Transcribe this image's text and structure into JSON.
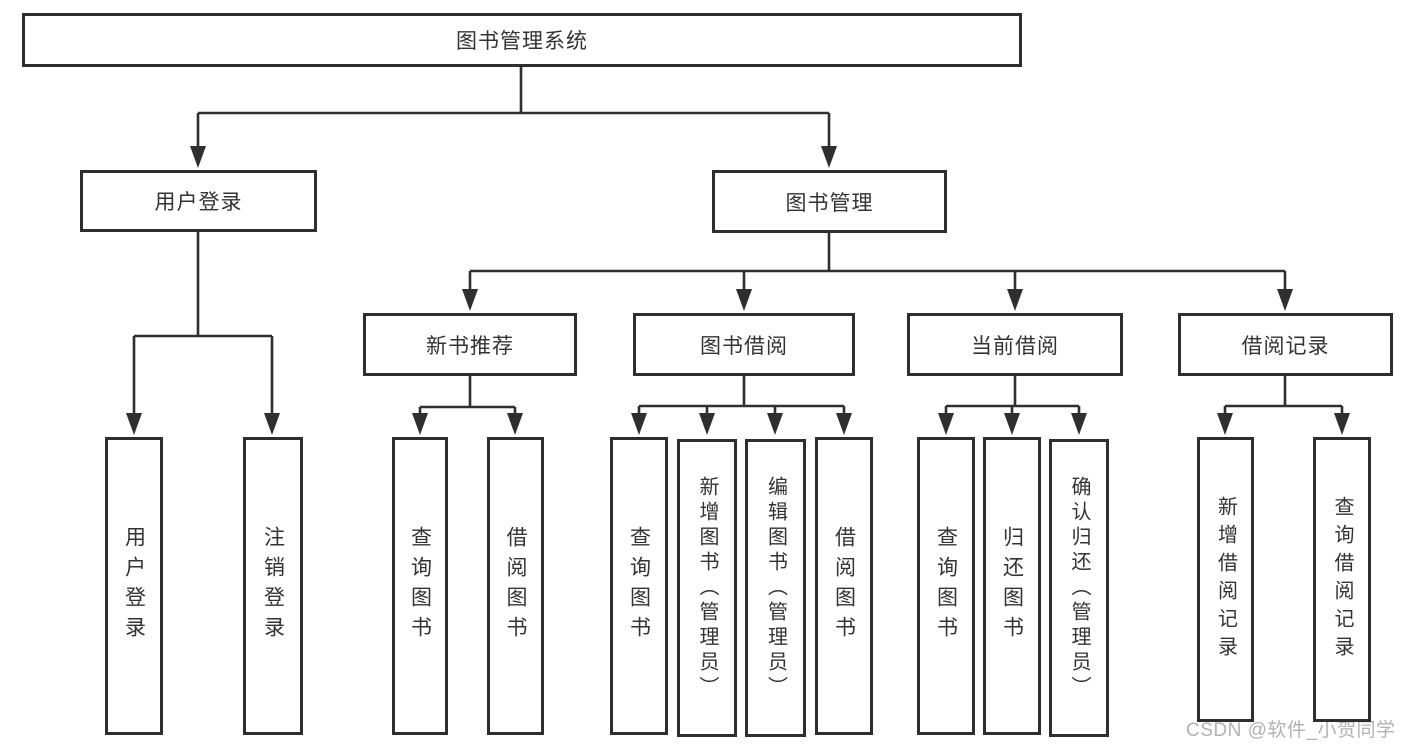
{
  "diagram_type": "function-structure-hierarchy",
  "colors": {
    "background": "#ffffff",
    "line": "#2f2f2f",
    "box_border": "#2e2e2e",
    "text": "#333333",
    "watermark": "#b2b2b2"
  },
  "nodes": {
    "root": {
      "label": "图书管理系统"
    },
    "user_login": {
      "label": "用户登录"
    },
    "book_mgmt": {
      "label": "图书管理"
    },
    "new_books": {
      "label": "新书推荐"
    },
    "book_borrow": {
      "label": "图书借阅"
    },
    "current_borrow": {
      "label": "当前借阅"
    },
    "borrow_records": {
      "label": "借阅记录"
    },
    "leaf_user_login": {
      "label": "用户登录"
    },
    "leaf_logout": {
      "label": "注销登录"
    },
    "leaf_nb_query": {
      "label": "查询图书"
    },
    "leaf_nb_borrow": {
      "label": "借阅图书"
    },
    "leaf_bb_query": {
      "label": "查询图书"
    },
    "leaf_bb_add": {
      "label": "新增图书（管理员）"
    },
    "leaf_bb_edit": {
      "label": "编辑图书（管理员）"
    },
    "leaf_bb_borrow": {
      "label": "借阅图书"
    },
    "leaf_cb_query": {
      "label": "查询图书"
    },
    "leaf_cb_return": {
      "label": "归还图书"
    },
    "leaf_cb_confirm": {
      "label": "确认归还（管理员）"
    },
    "leaf_br_add": {
      "label": "新增借阅记录"
    },
    "leaf_br_query": {
      "label": "查询借阅记录"
    }
  },
  "edges": [
    {
      "from": "图书管理系统",
      "to": "用户登录"
    },
    {
      "from": "图书管理系统",
      "to": "图书管理"
    },
    {
      "from": "用户登录",
      "to": "用户登录"
    },
    {
      "from": "用户登录",
      "to": "注销登录"
    },
    {
      "from": "图书管理",
      "to": "新书推荐"
    },
    {
      "from": "图书管理",
      "to": "图书借阅"
    },
    {
      "from": "图书管理",
      "to": "当前借阅"
    },
    {
      "from": "图书管理",
      "to": "借阅记录"
    },
    {
      "from": "新书推荐",
      "to": "查询图书"
    },
    {
      "from": "新书推荐",
      "to": "借阅图书"
    },
    {
      "from": "图书借阅",
      "to": "查询图书"
    },
    {
      "from": "图书借阅",
      "to": "新增图书（管理员）"
    },
    {
      "from": "图书借阅",
      "to": "编辑图书（管理员）"
    },
    {
      "from": "图书借阅",
      "to": "借阅图书"
    },
    {
      "from": "当前借阅",
      "to": "查询图书"
    },
    {
      "from": "当前借阅",
      "to": "归还图书"
    },
    {
      "from": "当前借阅",
      "to": "确认归还（管理员）"
    },
    {
      "from": "借阅记录",
      "to": "新增借阅记录"
    },
    {
      "from": "借阅记录",
      "to": "查询借阅记录"
    }
  ],
  "watermark": {
    "text": "CSDN @软件_小贺同学"
  }
}
